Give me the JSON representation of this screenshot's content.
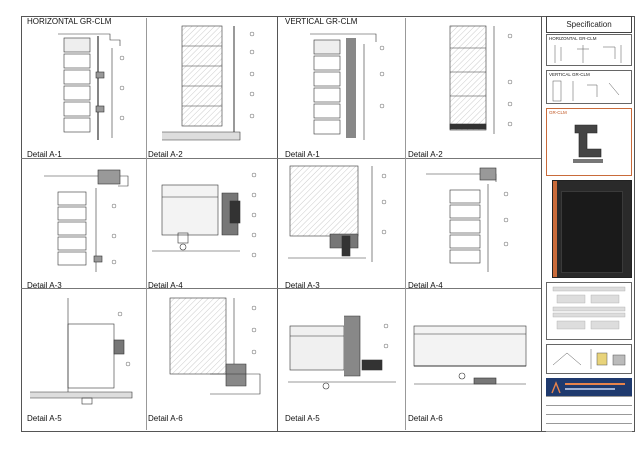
{
  "sheet": {
    "left_title": "HORIZONTAL GR-CLM",
    "right_title": "VERTICAL GR-CLM"
  },
  "details": {
    "r1c1": "Detail A-1",
    "r1c2": "Detail A-2",
    "r1c3": "Detail A-1",
    "r1c4": "Detail A-2",
    "r2c1": "Detail A-3",
    "r2c2": "Detail A-4",
    "r2c3": "Detail A-3",
    "r2c4": "Detail A-4",
    "r3c1": "Detail A-5",
    "r3c2": "Detail A-6",
    "r3c3": "Detail A-5",
    "r3c4": "Detail A-6"
  },
  "spec": {
    "header": "Specification",
    "thumb1": "HORIZONTAL GR-CLM",
    "thumb2": "VERTICAL GR-CLM",
    "thumb3": "GR-CLM"
  },
  "colors": {
    "accent_orange": "#e8834a",
    "logo_blue": "#1f3a6e",
    "panel_dark": "#2a2a2a"
  }
}
